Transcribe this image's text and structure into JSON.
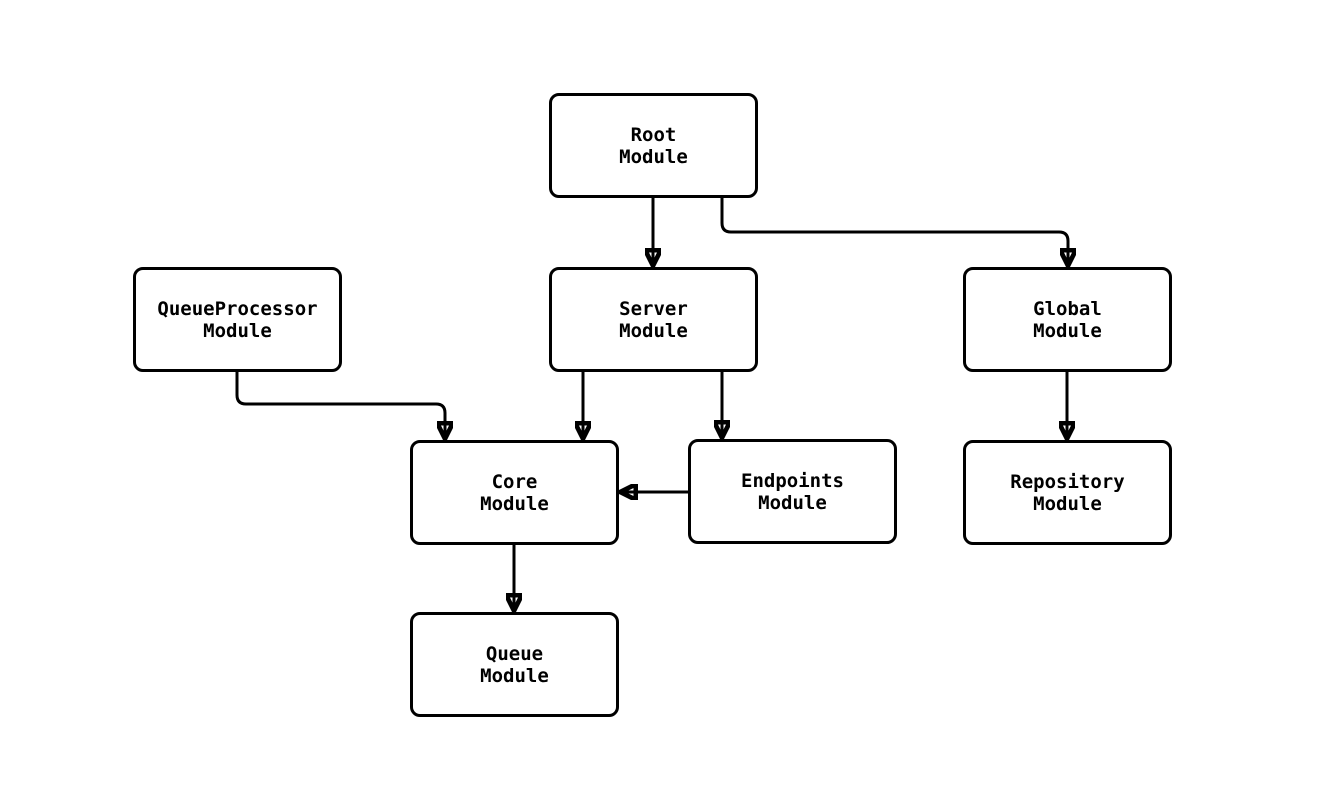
{
  "diagram": {
    "type": "module-dependency-flowchart",
    "colors": {
      "background": "#ffffff",
      "node_fill": "#ffffff",
      "node_border": "#000000",
      "edge": "#000000",
      "text": "#000000"
    },
    "nodes": [
      {
        "id": "root",
        "line1": "Root",
        "line2": "Module"
      },
      {
        "id": "queueprocessor",
        "line1": "QueueProcessor",
        "line2": "Module"
      },
      {
        "id": "server",
        "line1": "Server",
        "line2": "Module"
      },
      {
        "id": "global",
        "line1": "Global",
        "line2": "Module"
      },
      {
        "id": "core",
        "line1": "Core",
        "line2": "Module"
      },
      {
        "id": "endpoints",
        "line1": "Endpoints",
        "line2": "Module"
      },
      {
        "id": "repository",
        "line1": "Repository",
        "line2": "Module"
      },
      {
        "id": "queue",
        "line1": "Queue",
        "line2": "Module"
      }
    ],
    "edges": [
      {
        "from": "root",
        "to": "server"
      },
      {
        "from": "root",
        "to": "global"
      },
      {
        "from": "queueprocessor",
        "to": "core"
      },
      {
        "from": "server",
        "to": "core"
      },
      {
        "from": "server",
        "to": "endpoints"
      },
      {
        "from": "endpoints",
        "to": "core"
      },
      {
        "from": "global",
        "to": "repository"
      },
      {
        "from": "core",
        "to": "queue"
      }
    ]
  }
}
